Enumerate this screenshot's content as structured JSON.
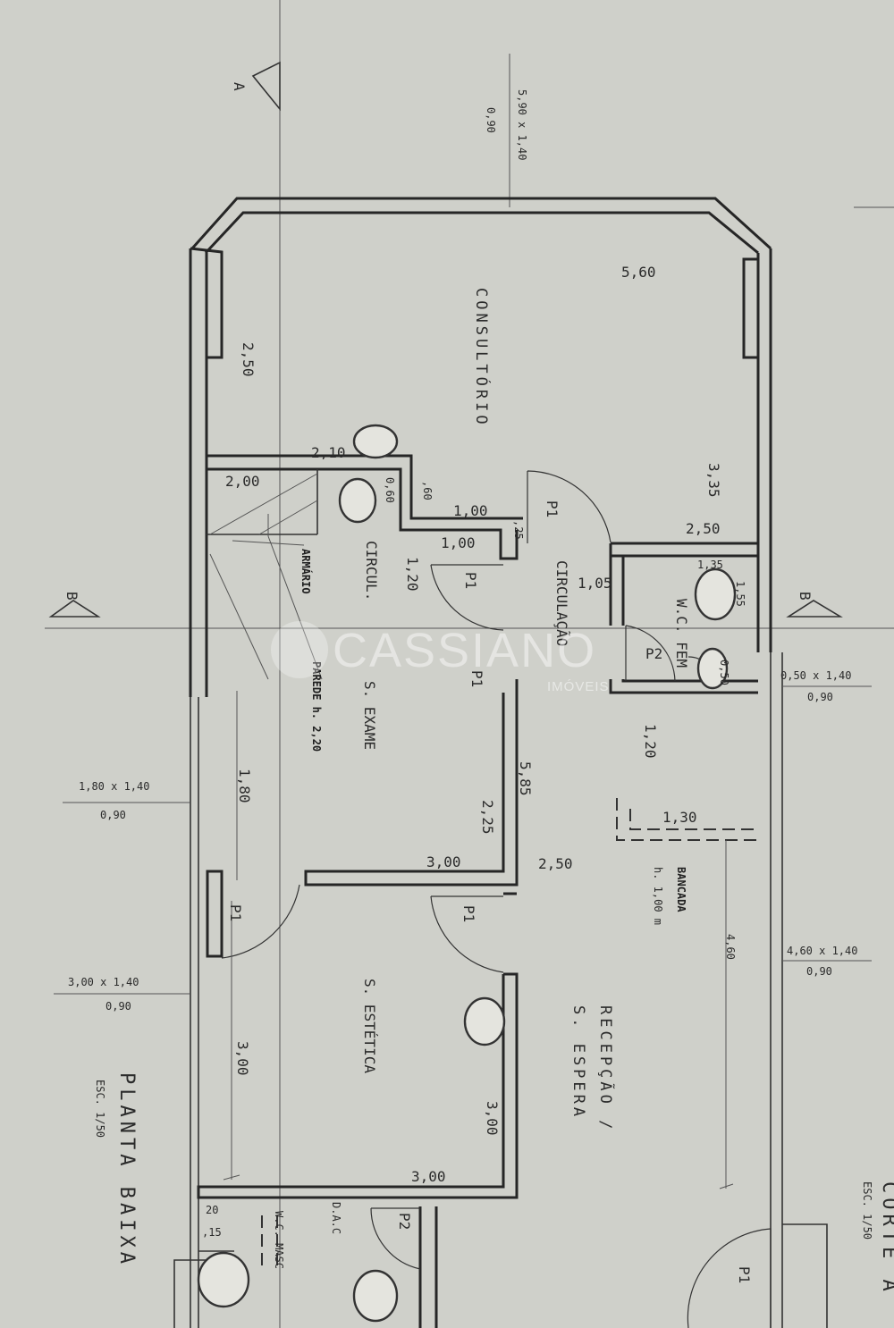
{
  "sheet": {
    "title": "PLANTA BAIXA",
    "scale": "ESC. 1/50",
    "side_title": "CORTE A",
    "side_scale": "ESC. 1/50",
    "section_marks": {
      "a": "A",
      "b_left": "B",
      "b_right": "B"
    }
  },
  "rooms": {
    "consultorio": "CONSULTÓRIO",
    "circulacao": "CIRCULAÇÃO",
    "circul": "CIRCUL.",
    "armario": "ARMÁRIO",
    "wc_fem": "W.C. FEM",
    "s_exame": "S. EXAME",
    "s_estetica": "S. ESTÉTICA",
    "recepcao": "RECEPÇÃO /",
    "s_espera": "S. ESPERA",
    "bancada": "BANCADA",
    "bancada_h": "h. 1,00 m",
    "parede": "PAREDE h. 2,20",
    "wc_masc": "W.C. MASC",
    "dac": "D.A.C"
  },
  "dimensions": {
    "d_560": "5,60",
    "d_250a": "2,50",
    "d_335": "3,35",
    "d_250b": "2,50",
    "d_210": "2,10",
    "d_200": "2,00",
    "d_060": "0,60",
    "d_60": ",60",
    "d_100a": "1,00",
    "d_100b": "1,00",
    "d_25": ",25",
    "d_120a": "1,20",
    "d_105": "1,05",
    "d_135": "1,35",
    "d_155": "1,55",
    "d_050": "0,50",
    "d_120b": "1,20",
    "d_180": "1,80",
    "d_585": "5,85",
    "d_225": "2,25",
    "d_300a": "3,00",
    "d_250c": "2,50",
    "d_130": "1,30",
    "d_460": "4,60",
    "d_300b": "3,00",
    "d_300c": "3,00",
    "d_300d": "3,00",
    "d_20": "20",
    "d_15": ",15"
  },
  "windows": {
    "top": {
      "size": "5,90 x 1,40",
      "sill": "0,90"
    },
    "right_upper": {
      "size": "0,50 x 1,40",
      "sill": "0,90"
    },
    "left_upper": {
      "size": "1,80 x 1,40",
      "sill": "0,90"
    },
    "left_lower": {
      "size": "3,00 x 1,40",
      "sill": "0,90"
    },
    "right_lower": {
      "size": "4,60 x 1,40",
      "sill": "0,90"
    }
  },
  "doors": {
    "p1": "P1",
    "p2": "P2"
  },
  "watermark": {
    "brand": "CASSIANO",
    "sub": "IMÓVEIS"
  }
}
